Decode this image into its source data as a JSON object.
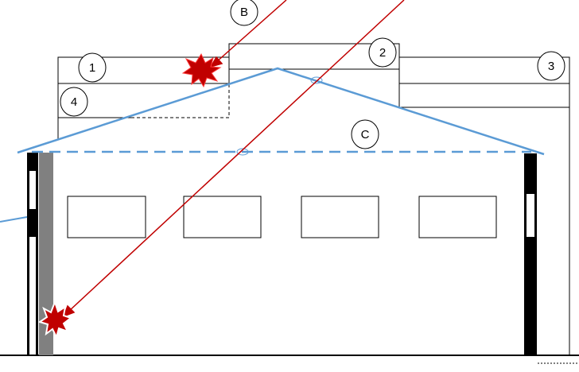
{
  "diagram": {
    "labels": {
      "b": "B",
      "c": "C",
      "one": "1",
      "two": "2",
      "three": "3",
      "four": "4"
    },
    "colors": {
      "outline": "#000000",
      "roof_line": "#5b9bd5",
      "trajectory": "#c00000",
      "impact_fill": "#c00000",
      "column_fill": "#808080",
      "post_fill": "#000000",
      "background": "#ffffff"
    },
    "icons": {
      "impact_upper": "explosion-burst-icon",
      "impact_lower": "explosion-burst-icon",
      "intersection_upper": "ellipse-marker-icon",
      "intersection_lower": "ellipse-marker-icon"
    }
  }
}
